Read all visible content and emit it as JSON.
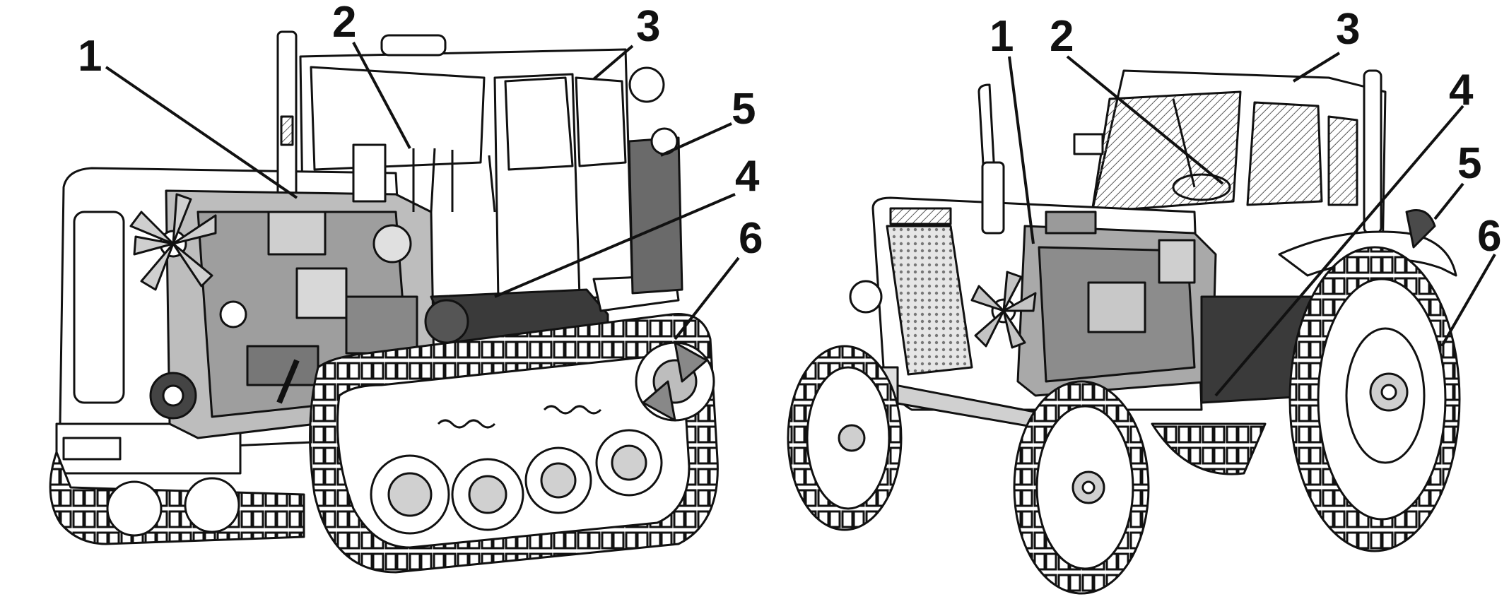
{
  "figures": [
    {
      "name": "crawler-tractor",
      "callouts": [
        "1",
        "2",
        "3",
        "4",
        "5",
        "6"
      ]
    },
    {
      "name": "wheeled-tractor",
      "callouts": [
        "1",
        "2",
        "3",
        "4",
        "5",
        "6"
      ]
    }
  ],
  "colors": {
    "ink": "#111111",
    "shade_light": "#d9d9d9",
    "shade_mid": "#a6a6a6",
    "shade_dark": "#4a4a4a",
    "paper": "#ffffff"
  }
}
